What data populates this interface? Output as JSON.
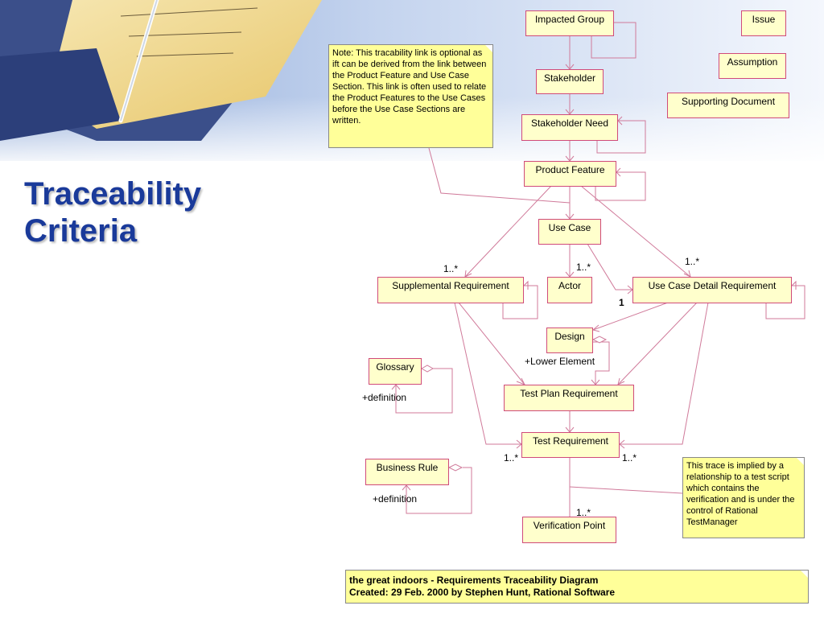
{
  "slide": {
    "title_lines": [
      "Traceability",
      "Criteria"
    ]
  },
  "diagram": {
    "classes": {
      "impacted_group": "Impacted Group",
      "issue": "Issue",
      "assumption": "Assumption",
      "stakeholder": "Stakeholder",
      "supporting_document": "Supporting Document",
      "stakeholder_need": "Stakeholder Need",
      "product_feature": "Product Feature",
      "use_case": "Use Case",
      "supplemental_requirement": "Supplemental Requirement",
      "actor": "Actor",
      "use_case_detail_requirement": "Use Case Detail Requirement",
      "design": "Design",
      "glossary": "Glossary",
      "test_plan_requirement": "Test Plan Requirement",
      "test_requirement": "Test Requirement",
      "business_rule": "Business Rule",
      "verification_point": "Verification Point"
    },
    "labels": {
      "mult_supplemental": "1..*",
      "mult_actor": "1..*",
      "mult_ucdetail": "1..*",
      "one_ucdetail": "1",
      "lower_element": "+Lower Element",
      "glossary_definition": "+definition",
      "business_rule_definition": "+definition",
      "mult_test_left": "1..*",
      "mult_test_right": "1..*",
      "mult_verification": "1..*"
    },
    "notes": {
      "link_note": "Note: This tracability link is optional as ift can be derived from the link between the Product Feature and Use Case Section. This link is often used to relate the Product Features to the Use Cases before the Use Case Sections are written.",
      "trace_note": "This trace is implied by a relationship to a test script which contains the verification and is under the control of Rational TestManager"
    },
    "caption": {
      "line1": "the great indoors - Requirements Traceability Diagram",
      "line2": "Created: 29 Feb. 2000 by Stephen Hunt, Rational Software"
    }
  },
  "colors": {
    "title": "#1a3a9a",
    "box_fill": "#ffffcc",
    "box_border": "#d04a7a",
    "note_fill": "#ffff99",
    "connector": "#d07a9a"
  }
}
